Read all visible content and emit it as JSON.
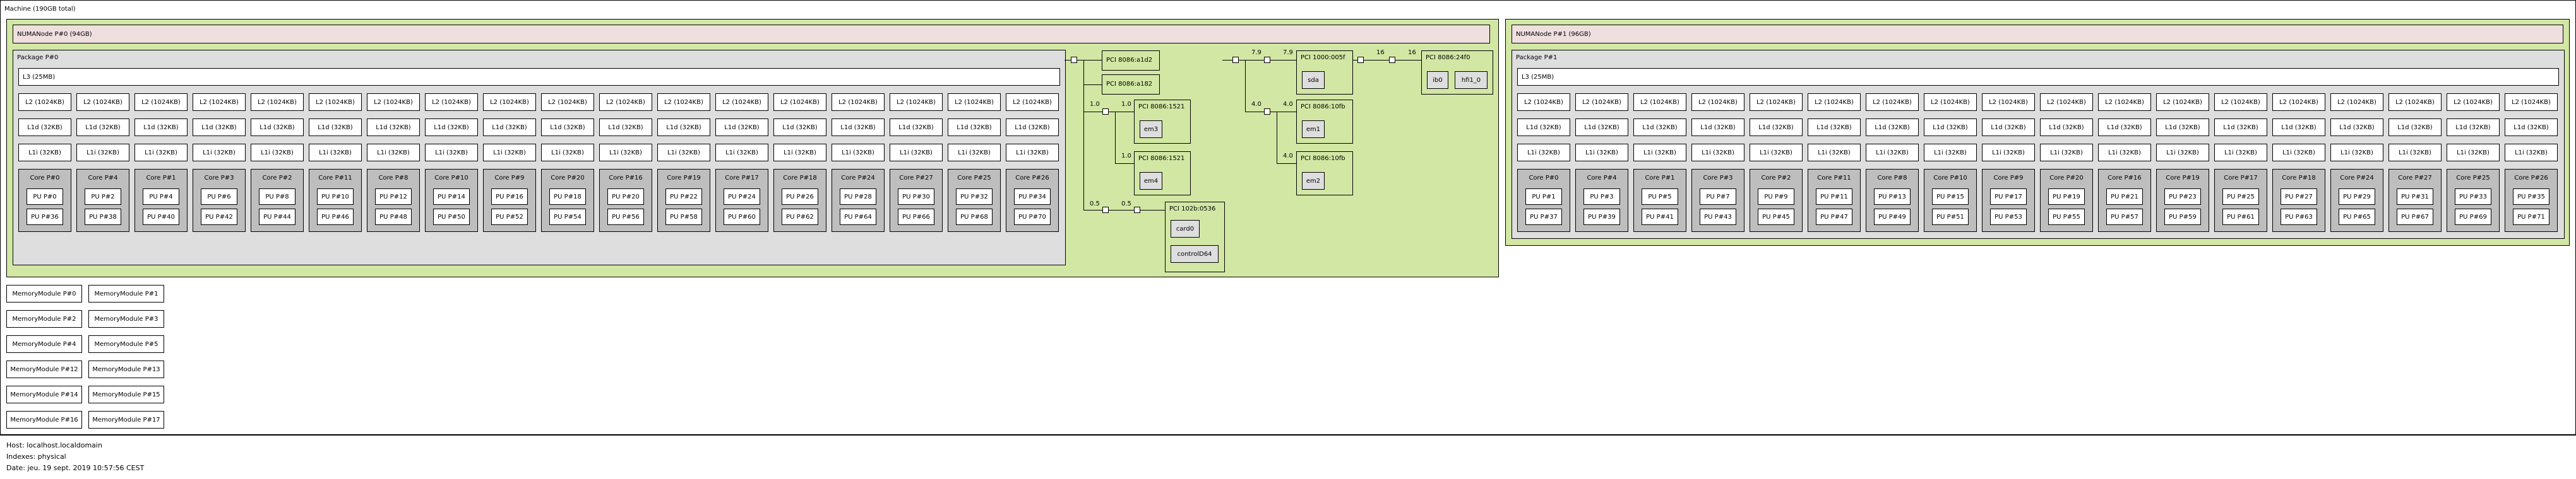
{
  "machine": {
    "label": "Machine (190GB total)"
  },
  "numa": [
    {
      "label": "NUMANode P#0 (94GB)",
      "package": "Package P#0",
      "l3": "L3 (25MB)",
      "cores": [
        {
          "core": "Core P#0",
          "pus": [
            "PU P#0",
            "PU P#36"
          ]
        },
        {
          "core": "Core P#4",
          "pus": [
            "PU P#2",
            "PU P#38"
          ]
        },
        {
          "core": "Core P#1",
          "pus": [
            "PU P#4",
            "PU P#40"
          ]
        },
        {
          "core": "Core P#3",
          "pus": [
            "PU P#6",
            "PU P#42"
          ]
        },
        {
          "core": "Core P#2",
          "pus": [
            "PU P#8",
            "PU P#44"
          ]
        },
        {
          "core": "Core P#11",
          "pus": [
            "PU P#10",
            "PU P#46"
          ]
        },
        {
          "core": "Core P#8",
          "pus": [
            "PU P#12",
            "PU P#48"
          ]
        },
        {
          "core": "Core P#10",
          "pus": [
            "PU P#14",
            "PU P#50"
          ]
        },
        {
          "core": "Core P#9",
          "pus": [
            "PU P#16",
            "PU P#52"
          ]
        },
        {
          "core": "Core P#20",
          "pus": [
            "PU P#18",
            "PU P#54"
          ]
        },
        {
          "core": "Core P#16",
          "pus": [
            "PU P#20",
            "PU P#56"
          ]
        },
        {
          "core": "Core P#19",
          "pus": [
            "PU P#22",
            "PU P#58"
          ]
        },
        {
          "core": "Core P#17",
          "pus": [
            "PU P#24",
            "PU P#60"
          ]
        },
        {
          "core": "Core P#18",
          "pus": [
            "PU P#26",
            "PU P#62"
          ]
        },
        {
          "core": "Core P#24",
          "pus": [
            "PU P#28",
            "PU P#64"
          ]
        },
        {
          "core": "Core P#27",
          "pus": [
            "PU P#30",
            "PU P#66"
          ]
        },
        {
          "core": "Core P#25",
          "pus": [
            "PU P#32",
            "PU P#68"
          ]
        },
        {
          "core": "Core P#26",
          "pus": [
            "PU P#34",
            "PU P#70"
          ]
        }
      ]
    },
    {
      "label": "NUMANode P#1 (96GB)",
      "package": "Package P#1",
      "l3": "L3 (25MB)",
      "cores": [
        {
          "core": "Core P#0",
          "pus": [
            "PU P#1",
            "PU P#37"
          ]
        },
        {
          "core": "Core P#4",
          "pus": [
            "PU P#3",
            "PU P#39"
          ]
        },
        {
          "core": "Core P#1",
          "pus": [
            "PU P#5",
            "PU P#41"
          ]
        },
        {
          "core": "Core P#3",
          "pus": [
            "PU P#7",
            "PU P#43"
          ]
        },
        {
          "core": "Core P#2",
          "pus": [
            "PU P#9",
            "PU P#45"
          ]
        },
        {
          "core": "Core P#11",
          "pus": [
            "PU P#11",
            "PU P#47"
          ]
        },
        {
          "core": "Core P#8",
          "pus": [
            "PU P#13",
            "PU P#49"
          ]
        },
        {
          "core": "Core P#10",
          "pus": [
            "PU P#15",
            "PU P#51"
          ]
        },
        {
          "core": "Core P#9",
          "pus": [
            "PU P#17",
            "PU P#53"
          ]
        },
        {
          "core": "Core P#20",
          "pus": [
            "PU P#19",
            "PU P#55"
          ]
        },
        {
          "core": "Core P#16",
          "pus": [
            "PU P#21",
            "PU P#57"
          ]
        },
        {
          "core": "Core P#19",
          "pus": [
            "PU P#23",
            "PU P#59"
          ]
        },
        {
          "core": "Core P#17",
          "pus": [
            "PU P#25",
            "PU P#61"
          ]
        },
        {
          "core": "Core P#18",
          "pus": [
            "PU P#27",
            "PU P#63"
          ]
        },
        {
          "core": "Core P#24",
          "pus": [
            "PU P#29",
            "PU P#65"
          ]
        },
        {
          "core": "Core P#27",
          "pus": [
            "PU P#31",
            "PU P#67"
          ]
        },
        {
          "core": "Core P#25",
          "pus": [
            "PU P#33",
            "PU P#69"
          ]
        },
        {
          "core": "Core P#26",
          "pus": [
            "PU P#35",
            "PU P#71"
          ]
        }
      ]
    }
  ],
  "caches": {
    "l2": "L2 (1024KB)",
    "l1d": "L1d (32KB)",
    "l1i": "L1i (32KB)"
  },
  "pci": {
    "c1": "PCI 8086:a1d2",
    "c2": "PCI 8086:a182",
    "b1": {
      "label": "PCI 8086:1521",
      "dev": "em3"
    },
    "b2": {
      "label": "PCI 8086:1521",
      "dev": "em4"
    },
    "b3": {
      "label": "PCI 102b:0536",
      "devs": [
        "card0",
        "controlD64"
      ]
    },
    "n1": {
      "label": "PCI 1000:005f",
      "dev": "sda"
    },
    "n2": {
      "label": "PCI 8086:10fb",
      "dev": "em1"
    },
    "n3": {
      "label": "PCI 8086:10fb",
      "dev": "em2"
    },
    "n4": {
      "label": "PCI 8086:24f0",
      "devs": [
        "ib0",
        "hfi1_0"
      ]
    },
    "speeds": {
      "s1a": "1.0",
      "s1b": "1.0",
      "s1c": "1.0",
      "s1d": "0.5",
      "s1e": "0.5",
      "s2a": "7.9",
      "s2b": "7.9",
      "s2c": "4.0",
      "s2d": "4.0",
      "s2e": "4.0",
      "s3a": "16",
      "s3b": "16"
    }
  },
  "memory": [
    "MemoryModule P#0",
    "MemoryModule P#1",
    "MemoryModule P#2",
    "MemoryModule P#3",
    "MemoryModule P#4",
    "MemoryModule P#5",
    "MemoryModule P#12",
    "MemoryModule P#13",
    "MemoryModule P#14",
    "MemoryModule P#15",
    "MemoryModule P#16",
    "MemoryModule P#17"
  ],
  "footer": {
    "host": "Host: localhost.localdomain",
    "indexes": "Indexes: physical",
    "date": "Date: jeu. 19 sept. 2019 10:57:56 CEST"
  }
}
